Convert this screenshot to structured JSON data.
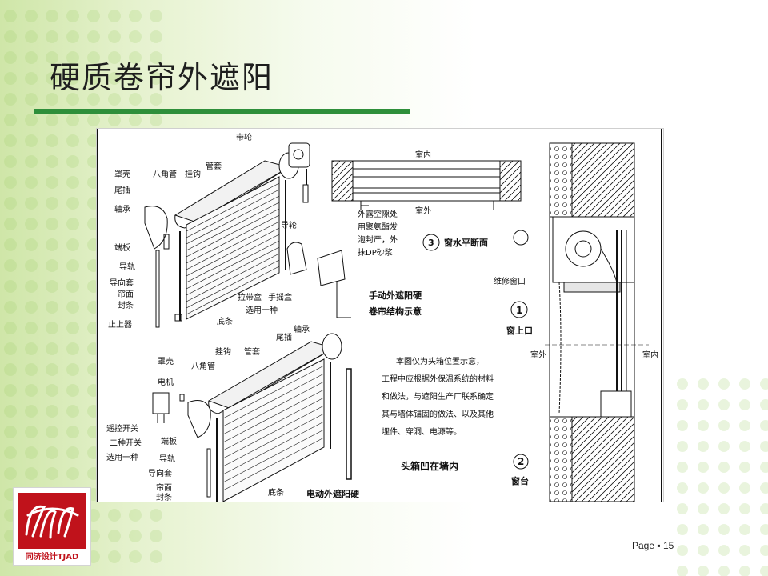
{
  "slide": {
    "title": "硬质卷帘外遮阳",
    "page_label": "Page ▪ 15",
    "logo_text": "同济设计TJAD"
  },
  "diagram": {
    "manual_labels": [
      "带轮",
      "罩壳",
      "八角管",
      "挂钩",
      "管套",
      "尾插",
      "轴承",
      "导轮",
      "端板",
      "导轨",
      "导向套",
      "帘面",
      "封条",
      "止上器",
      "底条",
      "拉带盒",
      "手摇盒",
      "选用一种"
    ],
    "manual_caption_line1": "手动外遮阳硬",
    "manual_caption_line2": "卷帘结构示意",
    "electric_labels": [
      "罩壳",
      "八角管",
      "挂钩",
      "管套",
      "尾插",
      "轴承",
      "电机",
      "遥控开关",
      "二种开关",
      "选用一种",
      "端板",
      "导轨",
      "导向套",
      "帘面",
      "封条",
      "底条"
    ],
    "electric_caption": "电动外遮阳硬",
    "plan_section": {
      "indoor": "室内",
      "outdoor": "室外",
      "note_lines": [
        "外露空隙处",
        "用聚氨酯发",
        "泡封严，外",
        "抹DP砂浆"
      ],
      "number": "3",
      "title": "窗水平断面"
    },
    "note_lines": [
      "本图仅为头箱位置示意，",
      "工程中应根据外保温系统的材料",
      "和做法，与遮阳生产厂联系确定",
      "其与墙体锚固的做法、以及其他",
      "埋件、穿洞、电源等。"
    ],
    "head_box_title": "头箱凹在墙内",
    "vertical_section": {
      "maintenance_window": "维修窗口",
      "outdoor": "室外",
      "indoor": "室内",
      "detail_1_number": "1",
      "detail_1_label": "窗上口",
      "detail_2_number": "2",
      "detail_2_label": "窗台"
    }
  }
}
